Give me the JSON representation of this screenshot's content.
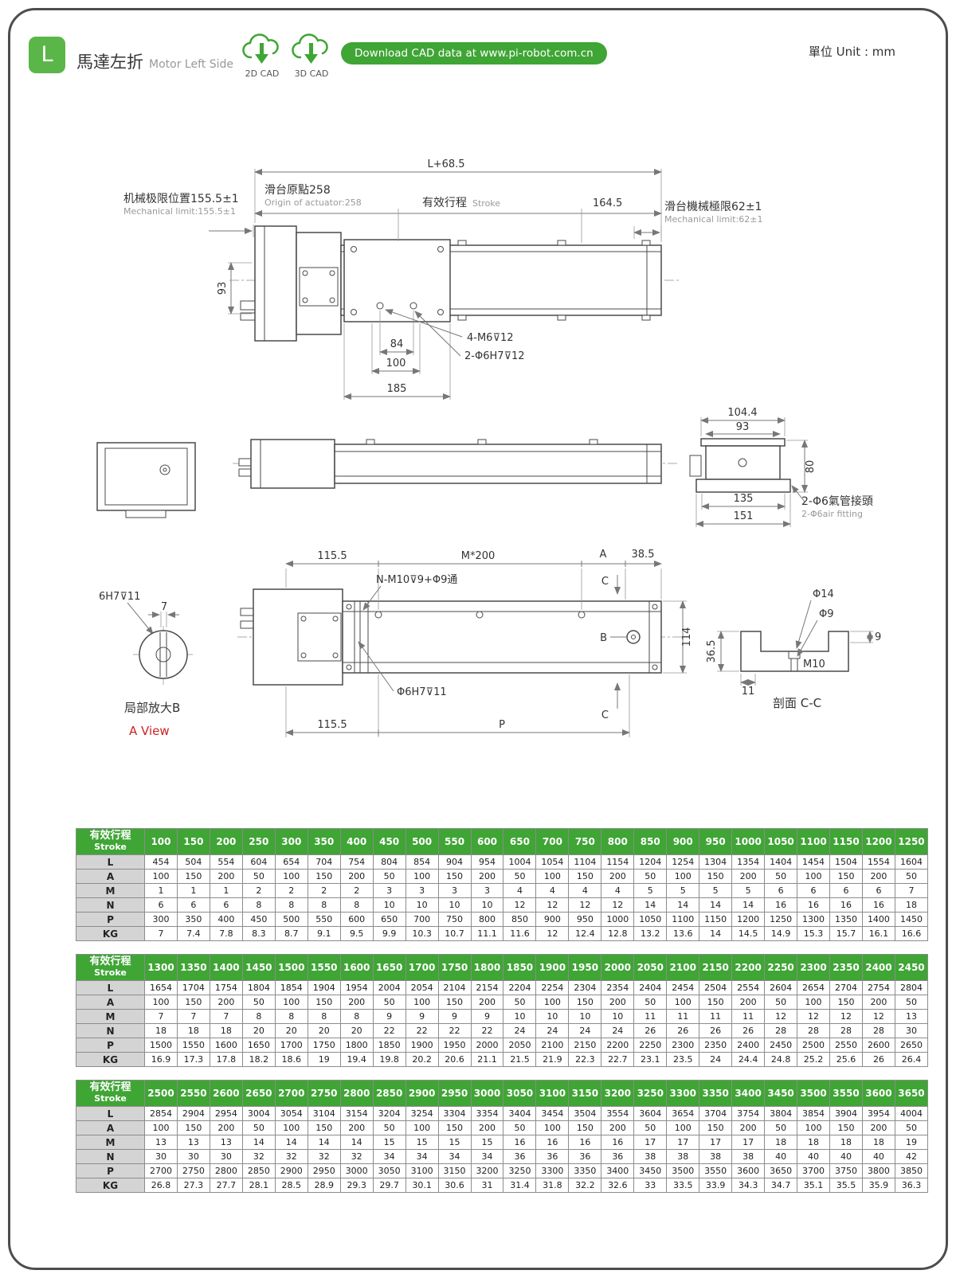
{
  "colors": {
    "green": "#3fa535",
    "badge_green": "#5bb64a",
    "red": "#cc2222",
    "label_gray": "#d4d4d4"
  },
  "header": {
    "badge": "L",
    "title_zh": "馬達左折",
    "title_en": "Motor Left Side",
    "cad2d": "2D CAD",
    "cad3d": "3D CAD",
    "download": "Download CAD data at www.pi-robot.com.cn",
    "unit": "單位 Unit : mm"
  },
  "front_view": {
    "dim_overall": "L+68.5",
    "origin_zh": "滑台原點258",
    "origin_en": "Origin of actuator:258",
    "stroke_zh": "有效行程",
    "stroke_en": "Stroke",
    "dim_164": "164.5",
    "limit_left_zh": "机械极限位置155.5±1",
    "limit_left_en": "Mechanical limit:155.5±1",
    "limit_right_zh": "滑台機械極限62±1",
    "limit_right_en": "Mechanical limit:62±1",
    "dim_93": "93",
    "dim_84": "84",
    "dim_100": "100",
    "dim_185": "185",
    "callout_m6": "4-M6⊽12",
    "callout_h7": "2-Φ6H7⊽12"
  },
  "views_row": {
    "dim_104": "104.4",
    "dim_93": "93",
    "dim_80": "80",
    "dim_135": "135",
    "dim_151": "151",
    "fitting_zh": "2-Φ6氣管接頭",
    "fitting_en": "2-Φ6air fitting"
  },
  "plan_view": {
    "dim_115_top": "115.5",
    "dim_m200": "M*200",
    "label_a": "A",
    "dim_385": "38.5",
    "callout_n": "N-M10⊽9+Φ9通",
    "label_c": "C",
    "label_b": "B",
    "dim_114": "114",
    "callout_h7": "Φ6H7⊽11",
    "dim_115_bottom": "115.5",
    "label_p": "P"
  },
  "detail_b": {
    "dim_6h7": "6H7⊽11",
    "dim_7": "7",
    "title": "局部放大B",
    "view_label": "A View"
  },
  "section_cc": {
    "dim_phi14": "Φ14",
    "dim_phi9": "Φ9",
    "dim_365": "36.5",
    "dim_11": "11",
    "label_m10": "M10",
    "dim_9": "9",
    "title": "剖面 C-C"
  },
  "stroke_header": {
    "zh": "有效行程",
    "en": "Stroke"
  },
  "tables": [
    {
      "strokes": [
        100,
        150,
        200,
        250,
        300,
        350,
        400,
        450,
        500,
        550,
        600,
        650,
        700,
        750,
        800,
        850,
        900,
        950,
        1000,
        1050,
        1100,
        1150,
        1200,
        1250
      ],
      "rows": [
        {
          "label": "L",
          "values": [
            454,
            504,
            554,
            604,
            654,
            704,
            754,
            804,
            854,
            904,
            954,
            1004,
            1054,
            1104,
            1154,
            1204,
            1254,
            1304,
            1354,
            1404,
            1454,
            1504,
            1554,
            1604
          ]
        },
        {
          "label": "A",
          "values": [
            100,
            150,
            200,
            50,
            100,
            150,
            200,
            50,
            100,
            150,
            200,
            50,
            100,
            150,
            200,
            50,
            100,
            150,
            200,
            50,
            100,
            150,
            200,
            50
          ]
        },
        {
          "label": "M",
          "values": [
            1,
            1,
            1,
            2,
            2,
            2,
            2,
            3,
            3,
            3,
            3,
            4,
            4,
            4,
            4,
            5,
            5,
            5,
            5,
            6,
            6,
            6,
            6,
            7
          ]
        },
        {
          "label": "N",
          "values": [
            6,
            6,
            6,
            8,
            8,
            8,
            8,
            10,
            10,
            10,
            10,
            12,
            12,
            12,
            12,
            14,
            14,
            14,
            14,
            16,
            16,
            16,
            16,
            18
          ]
        },
        {
          "label": "P",
          "values": [
            300,
            350,
            400,
            450,
            500,
            550,
            600,
            650,
            700,
            750,
            800,
            850,
            900,
            950,
            1000,
            1050,
            1100,
            1150,
            1200,
            1250,
            1300,
            1350,
            1400,
            1450
          ]
        },
        {
          "label": "KG",
          "values": [
            7,
            7.4,
            7.8,
            8.3,
            8.7,
            9.1,
            9.5,
            9.9,
            10.3,
            10.7,
            11.1,
            11.6,
            12,
            12.4,
            12.8,
            13.2,
            13.6,
            14,
            14.5,
            14.9,
            15.3,
            15.7,
            16.1,
            16.6
          ]
        }
      ]
    },
    {
      "strokes": [
        1300,
        1350,
        1400,
        1450,
        1500,
        1550,
        1600,
        1650,
        1700,
        1750,
        1800,
        1850,
        1900,
        1950,
        2000,
        2050,
        2100,
        2150,
        2200,
        2250,
        2300,
        2350,
        2400,
        2450
      ],
      "rows": [
        {
          "label": "L",
          "values": [
            1654,
            1704,
            1754,
            1804,
            1854,
            1904,
            1954,
            2004,
            2054,
            2104,
            2154,
            2204,
            2254,
            2304,
            2354,
            2404,
            2454,
            2504,
            2554,
            2604,
            2654,
            2704,
            2754,
            2804
          ]
        },
        {
          "label": "A",
          "values": [
            100,
            150,
            200,
            50,
            100,
            150,
            200,
            50,
            100,
            150,
            200,
            50,
            100,
            150,
            200,
            50,
            100,
            150,
            200,
            50,
            100,
            150,
            200,
            50
          ]
        },
        {
          "label": "M",
          "values": [
            7,
            7,
            7,
            8,
            8,
            8,
            8,
            9,
            9,
            9,
            9,
            10,
            10,
            10,
            10,
            11,
            11,
            11,
            11,
            12,
            12,
            12,
            12,
            13
          ]
        },
        {
          "label": "N",
          "values": [
            18,
            18,
            18,
            20,
            20,
            20,
            20,
            22,
            22,
            22,
            22,
            24,
            24,
            24,
            24,
            26,
            26,
            26,
            26,
            28,
            28,
            28,
            28,
            30
          ]
        },
        {
          "label": "P",
          "values": [
            1500,
            1550,
            1600,
            1650,
            1700,
            1750,
            1800,
            1850,
            1900,
            1950,
            2000,
            2050,
            2100,
            2150,
            2200,
            2250,
            2300,
            2350,
            2400,
            2450,
            2500,
            2550,
            2600,
            2650
          ]
        },
        {
          "label": "KG",
          "values": [
            16.9,
            17.3,
            17.8,
            18.2,
            18.6,
            19,
            19.4,
            19.8,
            20.2,
            20.6,
            21.1,
            21.5,
            21.9,
            22.3,
            22.7,
            23.1,
            23.5,
            24,
            24.4,
            24.8,
            25.2,
            25.6,
            26,
            26.4
          ]
        }
      ]
    },
    {
      "strokes": [
        2500,
        2550,
        2600,
        2650,
        2700,
        2750,
        2800,
        2850,
        2900,
        2950,
        3000,
        3050,
        3100,
        3150,
        3200,
        3250,
        3300,
        3350,
        3400,
        3450,
        3500,
        3550,
        3600,
        3650
      ],
      "rows": [
        {
          "label": "L",
          "values": [
            2854,
            2904,
            2954,
            3004,
            3054,
            3104,
            3154,
            3204,
            3254,
            3304,
            3354,
            3404,
            3454,
            3504,
            3554,
            3604,
            3654,
            3704,
            3754,
            3804,
            3854,
            3904,
            3954,
            4004
          ]
        },
        {
          "label": "A",
          "values": [
            100,
            150,
            200,
            50,
            100,
            150,
            200,
            50,
            100,
            150,
            200,
            50,
            100,
            150,
            200,
            50,
            100,
            150,
            200,
            50,
            100,
            150,
            200,
            50
          ]
        },
        {
          "label": "M",
          "values": [
            13,
            13,
            13,
            14,
            14,
            14,
            14,
            15,
            15,
            15,
            15,
            16,
            16,
            16,
            16,
            17,
            17,
            17,
            17,
            18,
            18,
            18,
            18,
            19
          ]
        },
        {
          "label": "N",
          "values": [
            30,
            30,
            30,
            32,
            32,
            32,
            32,
            34,
            34,
            34,
            34,
            36,
            36,
            36,
            36,
            38,
            38,
            38,
            38,
            40,
            40,
            40,
            40,
            42
          ]
        },
        {
          "label": "P",
          "values": [
            2700,
            2750,
            2800,
            2850,
            2900,
            2950,
            3000,
            3050,
            3100,
            3150,
            3200,
            3250,
            3300,
            3350,
            3400,
            3450,
            3500,
            3550,
            3600,
            3650,
            3700,
            3750,
            3800,
            3850
          ]
        },
        {
          "label": "KG",
          "values": [
            26.8,
            27.3,
            27.7,
            28.1,
            28.5,
            28.9,
            29.3,
            29.7,
            30.1,
            30.6,
            31,
            31.4,
            31.8,
            32.2,
            32.6,
            33,
            33.5,
            33.9,
            34.3,
            34.7,
            35.1,
            35.5,
            35.9,
            36.3
          ]
        }
      ]
    }
  ]
}
